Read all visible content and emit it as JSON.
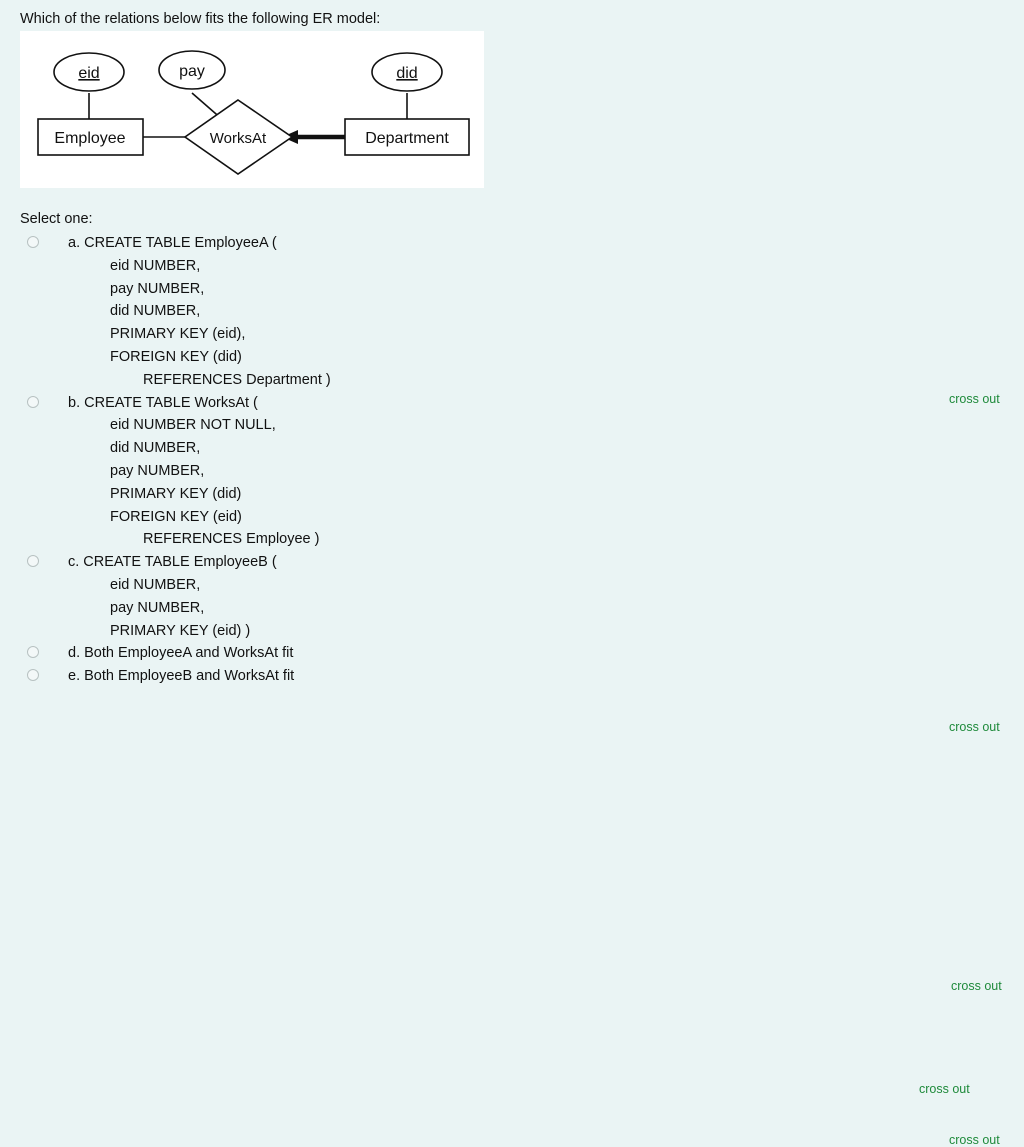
{
  "question": {
    "prompt": "Which of the relations below fits the following ER model:",
    "select_label": "Select one:"
  },
  "er_model": {
    "attributes": [
      {
        "name": "eid",
        "underlined": true
      },
      {
        "name": "pay",
        "underlined": false
      },
      {
        "name": "did",
        "underlined": true
      }
    ],
    "entities": [
      {
        "name": "Employee"
      },
      {
        "name": "Department"
      }
    ],
    "relationship": {
      "name": "WorksAt"
    }
  },
  "options": [
    {
      "id": "a",
      "crossout_label": "cross out",
      "lines": [
        {
          "text": "a. CREATE TABLE EmployeeA (",
          "indent": 0
        },
        {
          "text": "eid NUMBER,",
          "indent": 1
        },
        {
          "text": "pay NUMBER,",
          "indent": 1
        },
        {
          "text": "did NUMBER,",
          "indent": 1
        },
        {
          "text": "PRIMARY KEY (eid),",
          "indent": 1
        },
        {
          "text": "FOREIGN KEY (did)",
          "indent": 1
        },
        {
          "text": "REFERENCES Department )",
          "indent": 2
        }
      ]
    },
    {
      "id": "b",
      "crossout_label": "cross out",
      "lines": [
        {
          "text": "b. CREATE TABLE WorksAt (",
          "indent": 0
        },
        {
          "text": "eid NUMBER NOT NULL,",
          "indent": 1
        },
        {
          "text": "did NUMBER,",
          "indent": 1
        },
        {
          "text": "pay NUMBER,",
          "indent": 1
        },
        {
          "text": "PRIMARY KEY (did)",
          "indent": 1
        },
        {
          "text": "FOREIGN KEY (eid)",
          "indent": 1
        },
        {
          "text": "REFERENCES Employee )",
          "indent": 2
        }
      ]
    },
    {
      "id": "c",
      "crossout_label": "cross out",
      "lines": [
        {
          "text": "c. CREATE TABLE EmployeeB (",
          "indent": 0
        },
        {
          "text": "eid NUMBER,",
          "indent": 1
        },
        {
          "text": "pay NUMBER,",
          "indent": 1
        },
        {
          "text": "PRIMARY KEY (eid) )",
          "indent": 1
        }
      ]
    },
    {
      "id": "d",
      "crossout_label": "cross out",
      "lines": [
        {
          "text": "d. Both EmployeeA and WorksAt fit",
          "indent": 0
        }
      ]
    },
    {
      "id": "e",
      "crossout_label": "cross out",
      "lines": [
        {
          "text": "e. Both EmployeeB and WorksAt fit",
          "indent": 0
        }
      ]
    }
  ],
  "colors": {
    "background": "#eaf4f4",
    "figure_background": "#ffffff",
    "crossout": "#1f8a3b",
    "text": "#111111"
  }
}
